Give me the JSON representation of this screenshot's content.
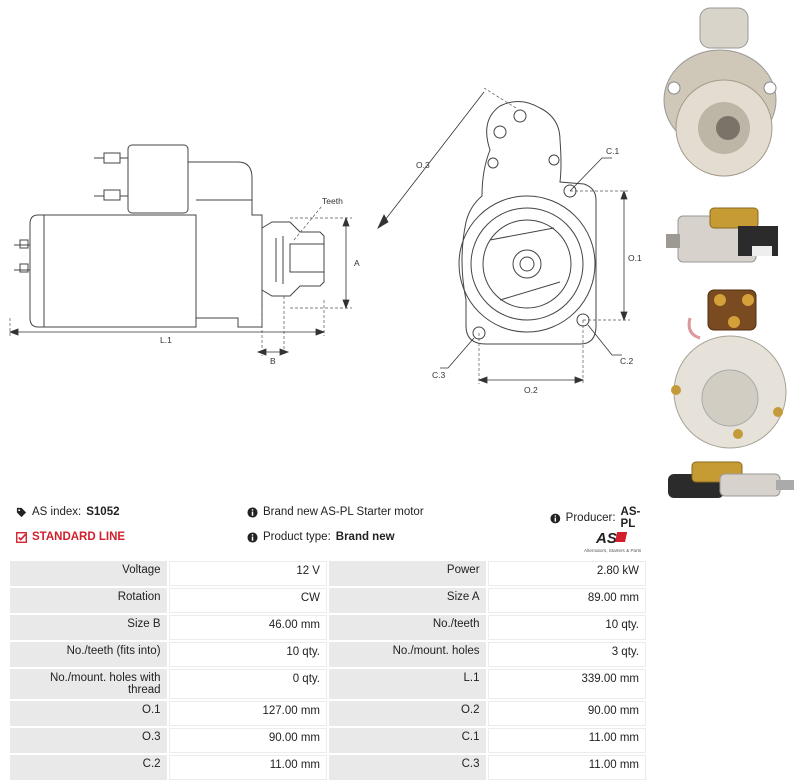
{
  "drawing": {
    "side_labels": {
      "teeth": "Teeth",
      "a": "A",
      "b": "B",
      "l1": "L.1"
    },
    "front_labels": {
      "o3": "O.3",
      "c1": "C.1",
      "o1": "O.1",
      "c2": "C.2",
      "c3": "C.3",
      "o2": "O.2"
    }
  },
  "photos": [
    {
      "icon": "starter-motor-front-photo"
    },
    {
      "icon": "starter-motor-side-photo"
    },
    {
      "icon": "starter-motor-rear-photo"
    },
    {
      "icon": "starter-motor-side-photo-2"
    }
  ],
  "info": {
    "as_index_label": "AS index:",
    "as_index_value": "S1052",
    "description": "Brand new AS-PL Starter motor",
    "producer_label": "Producer:",
    "producer_value": "AS-PL",
    "standard_line": "STANDARD LINE",
    "product_type_label": "Product type:",
    "product_type_value": "Brand new",
    "logo_text": "AS",
    "logo_subtext": "Alternators, Starters & Parts"
  },
  "specs": [
    [
      {
        "label": "Voltage",
        "value": "12 V"
      },
      {
        "label": "Power",
        "value": "2.80 kW"
      }
    ],
    [
      {
        "label": "Rotation",
        "value": "CW"
      },
      {
        "label": "Size A",
        "value": "89.00 mm"
      }
    ],
    [
      {
        "label": "Size B",
        "value": "46.00 mm"
      },
      {
        "label": "No./teeth",
        "value": "10 qty."
      }
    ],
    [
      {
        "label": "No./teeth (fits into)",
        "value": "10 qty."
      },
      {
        "label": "No./mount. holes",
        "value": "3 qty."
      }
    ],
    [
      {
        "label": "No./mount. holes with thread",
        "value": "0 qty."
      },
      {
        "label": "L.1",
        "value": "339.00 mm"
      }
    ],
    [
      {
        "label": "O.1",
        "value": "127.00 mm"
      },
      {
        "label": "O.2",
        "value": "90.00 mm"
      }
    ],
    [
      {
        "label": "O.3",
        "value": "90.00 mm"
      },
      {
        "label": "C.1",
        "value": "11.00 mm"
      }
    ],
    [
      {
        "label": "C.2",
        "value": "11.00 mm"
      },
      {
        "label": "C.3",
        "value": "11.00 mm"
      }
    ]
  ],
  "colors": {
    "accent": "#d21f2b",
    "label_bg": "#e9e9e9"
  }
}
